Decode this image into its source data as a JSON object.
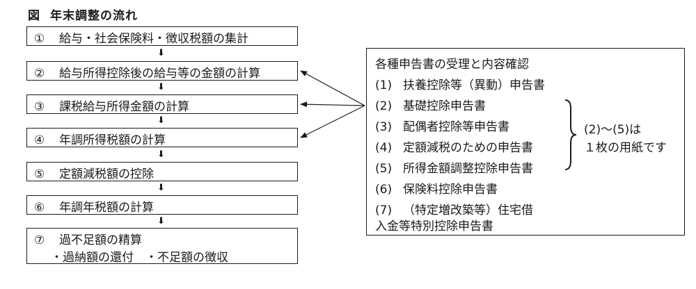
{
  "title": {
    "fig": "図",
    "text": "年末調整の流れ"
  },
  "steps": [
    {
      "num": "①",
      "label": "給与・社会保険料・徴収税額の集計"
    },
    {
      "num": "②",
      "label": "給与所得控除後の給与等の金額の計算"
    },
    {
      "num": "③",
      "label": "課税給与所得金額の計算"
    },
    {
      "num": "④",
      "label": "年調所得税額の計算"
    },
    {
      "num": "⑤",
      "label": "定額減税額の控除"
    },
    {
      "num": "⑥",
      "label": "年調年税額の計算"
    },
    {
      "num": "⑦",
      "label": "過不足額の精算",
      "sub": "・過納額の還付　・不足額の徴収"
    }
  ],
  "arrow_glyph": "⬇",
  "panel": {
    "heading": "各種申告書の受理と内容確認",
    "items": [
      {
        "n": "(1)",
        "label": "扶養控除等（異動）申告書"
      },
      {
        "n": "(2)",
        "label": "基礎控除申告書"
      },
      {
        "n": "(3)",
        "label": "配偶者控除等申告書"
      },
      {
        "n": "(4)",
        "label": "定額減税のための申告書"
      },
      {
        "n": "(5)",
        "label": "所得金額調整控除申告書"
      },
      {
        "n": "(6)",
        "label": "保険料控除申告書"
      },
      {
        "n": "(7)",
        "label": "（特定増改築等）住宅借",
        "cont": "入金等特別控除申告書"
      }
    ],
    "note_line1": "(2)〜(5)は",
    "note_line2": "１枚の用紙です"
  }
}
